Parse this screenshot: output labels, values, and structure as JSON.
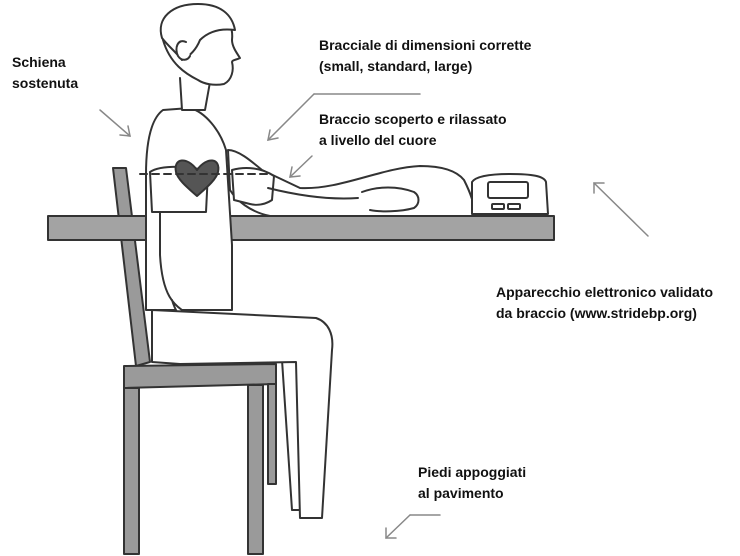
{
  "labels": {
    "back": {
      "line1": "Schiena",
      "line2": "sostenuta"
    },
    "cuff": {
      "line1": "Bracciale di dimensioni corrette",
      "line2": "(small, standard, large)"
    },
    "arm": {
      "line1": "Braccio scoperto e rilassato",
      "line2": "a livello del cuore"
    },
    "device": {
      "line1": "Apparecchio elettronico validato",
      "line2": "da braccio (www.stridebp.org)"
    },
    "feet": {
      "line1": "Piedi appoggiati",
      "line2": "al pavimento"
    }
  },
  "colors": {
    "outline": "#333333",
    "chair_fill": "#9a9a9a",
    "table_fill": "#a3a3a3",
    "heart": "#555555",
    "arrow": "#888888"
  }
}
